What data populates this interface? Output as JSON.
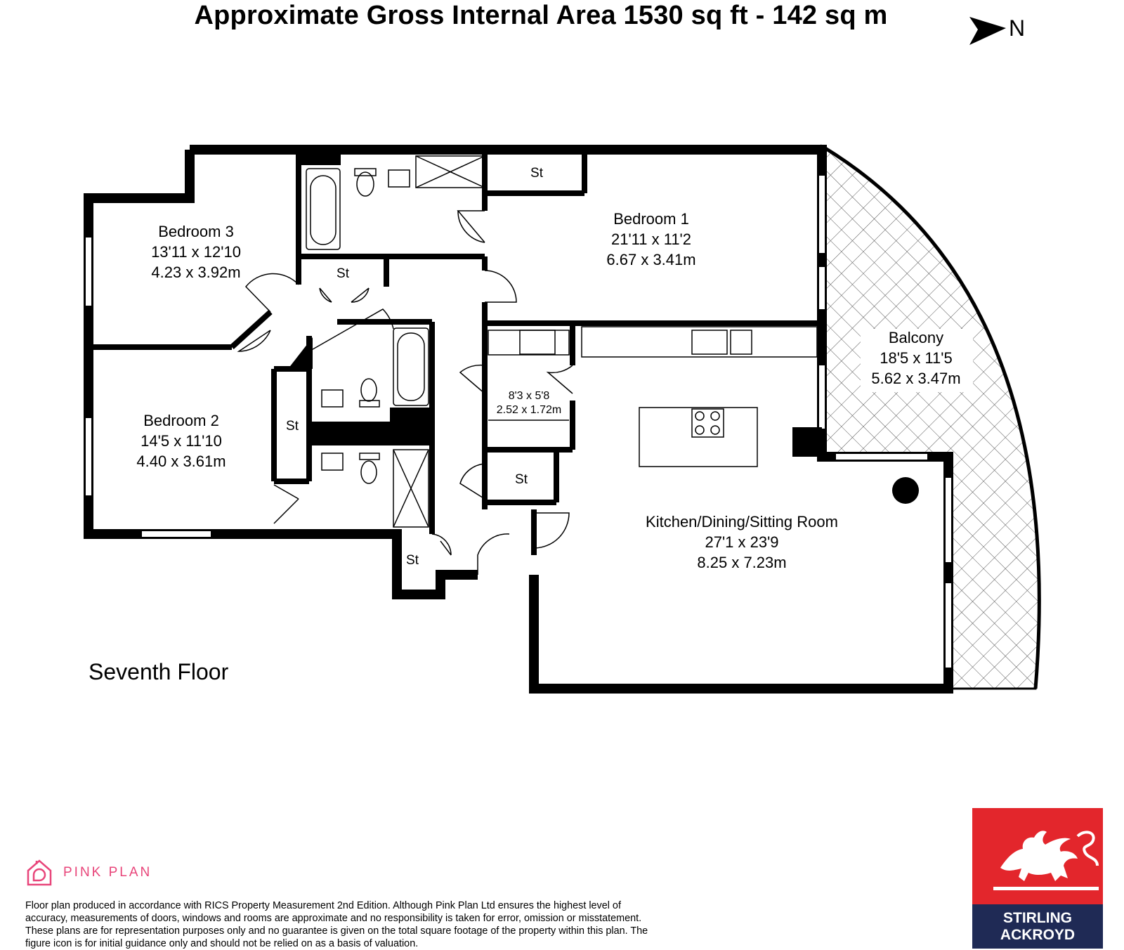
{
  "header": {
    "title": "Approximate Gross Internal Area 1530 sq ft - 142 sq m",
    "north_label": "N"
  },
  "rooms": {
    "bedroom3": {
      "name": "Bedroom 3",
      "imperial": "13'11 x 12'10",
      "metric": "4.23 x 3.92m"
    },
    "bedroom1": {
      "name": "Bedroom 1",
      "imperial": "21'11 x 11'2",
      "metric": "6.67 x 3.41m"
    },
    "bedroom2": {
      "name": "Bedroom 2",
      "imperial": "14'5 x 11'10",
      "metric": "4.40 x 3.61m"
    },
    "balcony": {
      "name": "Balcony",
      "imperial": "18'5 x 11'5",
      "metric": "5.62 x 3.47m"
    },
    "utility": {
      "imperial": "8'3 x 5'8",
      "metric": "2.52 x 1.72m"
    },
    "kitchen": {
      "name": "Kitchen/Dining/Sitting Room",
      "imperial": "27'1 x 23'9",
      "metric": "8.25 x 7.23m"
    },
    "storage_label": "St"
  },
  "floor_name": "Seventh Floor",
  "footer": {
    "brand": "PINK PLAN",
    "disclaimer": "Floor plan produced in accordance with RICS Property Measurement 2nd Edition. Although Pink Plan Ltd ensures the highest level of accuracy, measurements of doors, windows and rooms are approximate and no responsibility is taken for error, omission or misstatement. These plans are for representation purposes only and no guarantee is given on the total square footage of the property within this plan. The figure icon is for initial guidance only and should not be relied on as a basis of valuation.",
    "agent_line1": "STIRLING",
    "agent_line2": "ACKROYD"
  },
  "colors": {
    "wall": "#000000",
    "brand_pink": "#e8457a",
    "agent_red": "#e3262c",
    "agent_navy": "#1f2a55"
  },
  "icons": [
    "north-arrow-icon",
    "pink-plan-house-icon",
    "griffin-logo-icon"
  ]
}
